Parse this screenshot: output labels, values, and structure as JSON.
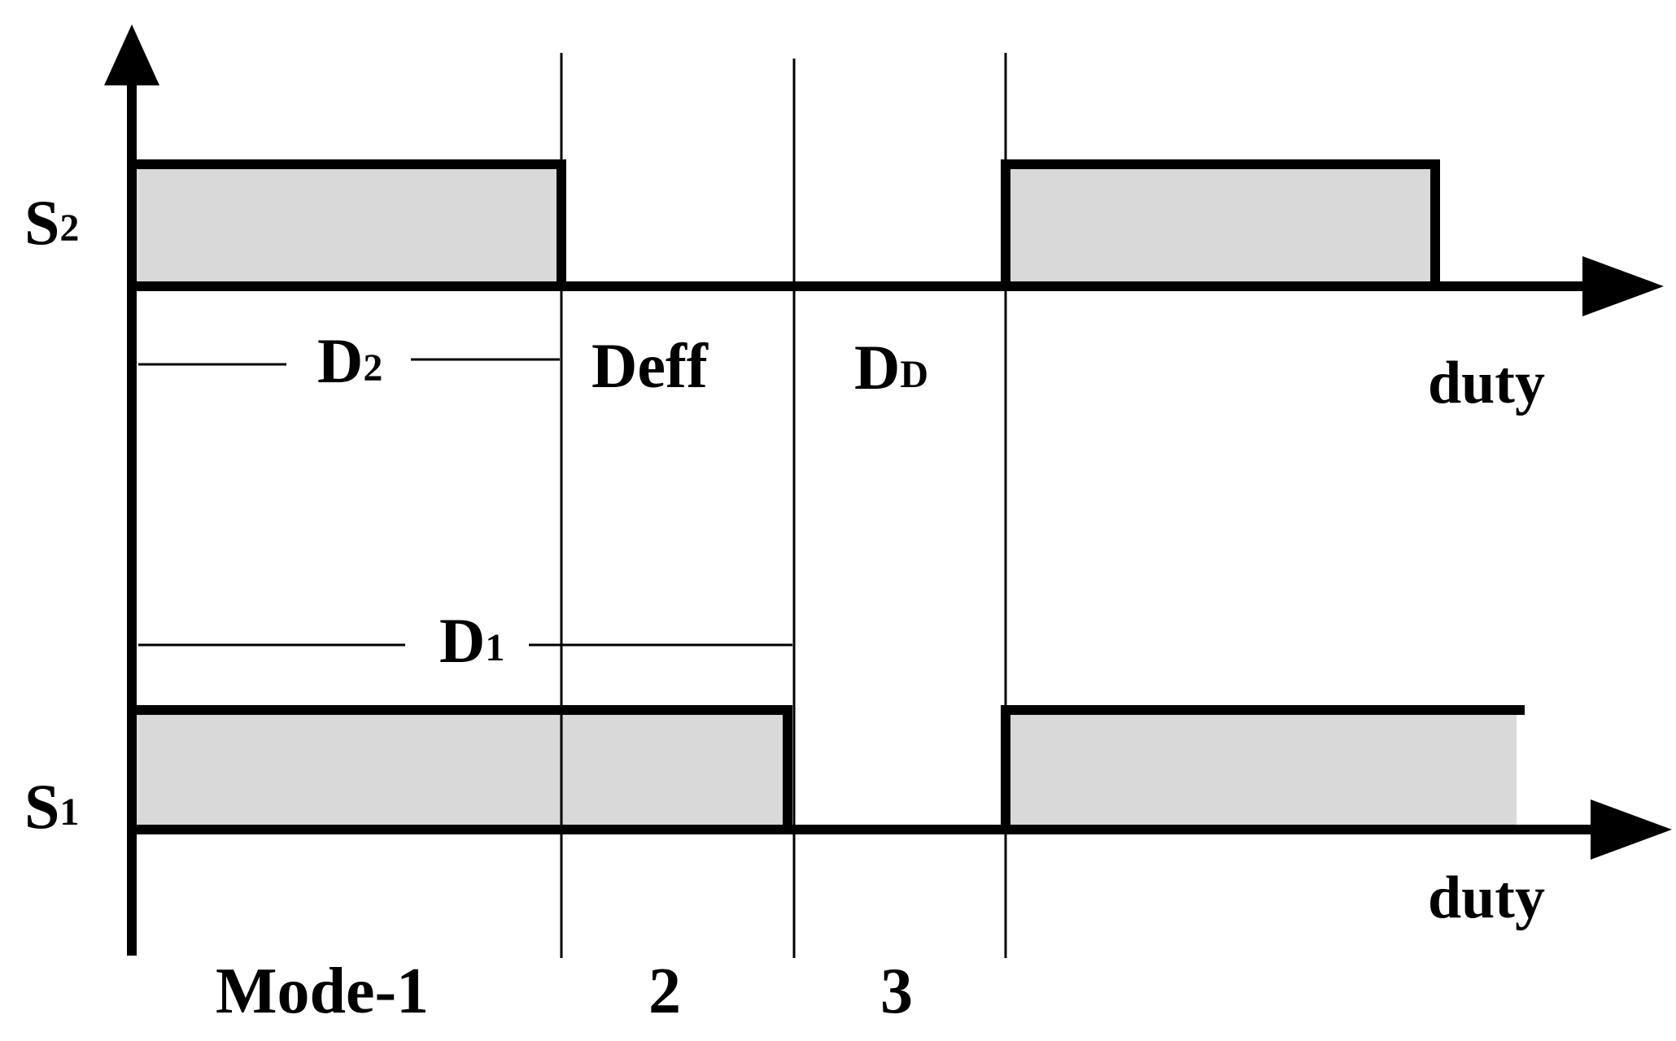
{
  "diagram": {
    "signals": {
      "s2": {
        "letter": "S",
        "sub": "2"
      },
      "s1": {
        "letter": "S",
        "sub": "1"
      }
    },
    "axis_label_top": "duty",
    "axis_label_bottom": "duty",
    "intervals": {
      "d2": {
        "letter": "D",
        "sub": "2"
      },
      "deff": {
        "text": "Deff"
      },
      "dd": {
        "letter": "D",
        "sub": "D"
      },
      "d1": {
        "letter": "D",
        "sub": "1"
      }
    },
    "modes": [
      "Mode-1",
      "2",
      "3"
    ],
    "colors": {
      "pulse_fill": "#d9d9d9",
      "line": "#000000",
      "background": "#ffffff"
    }
  }
}
